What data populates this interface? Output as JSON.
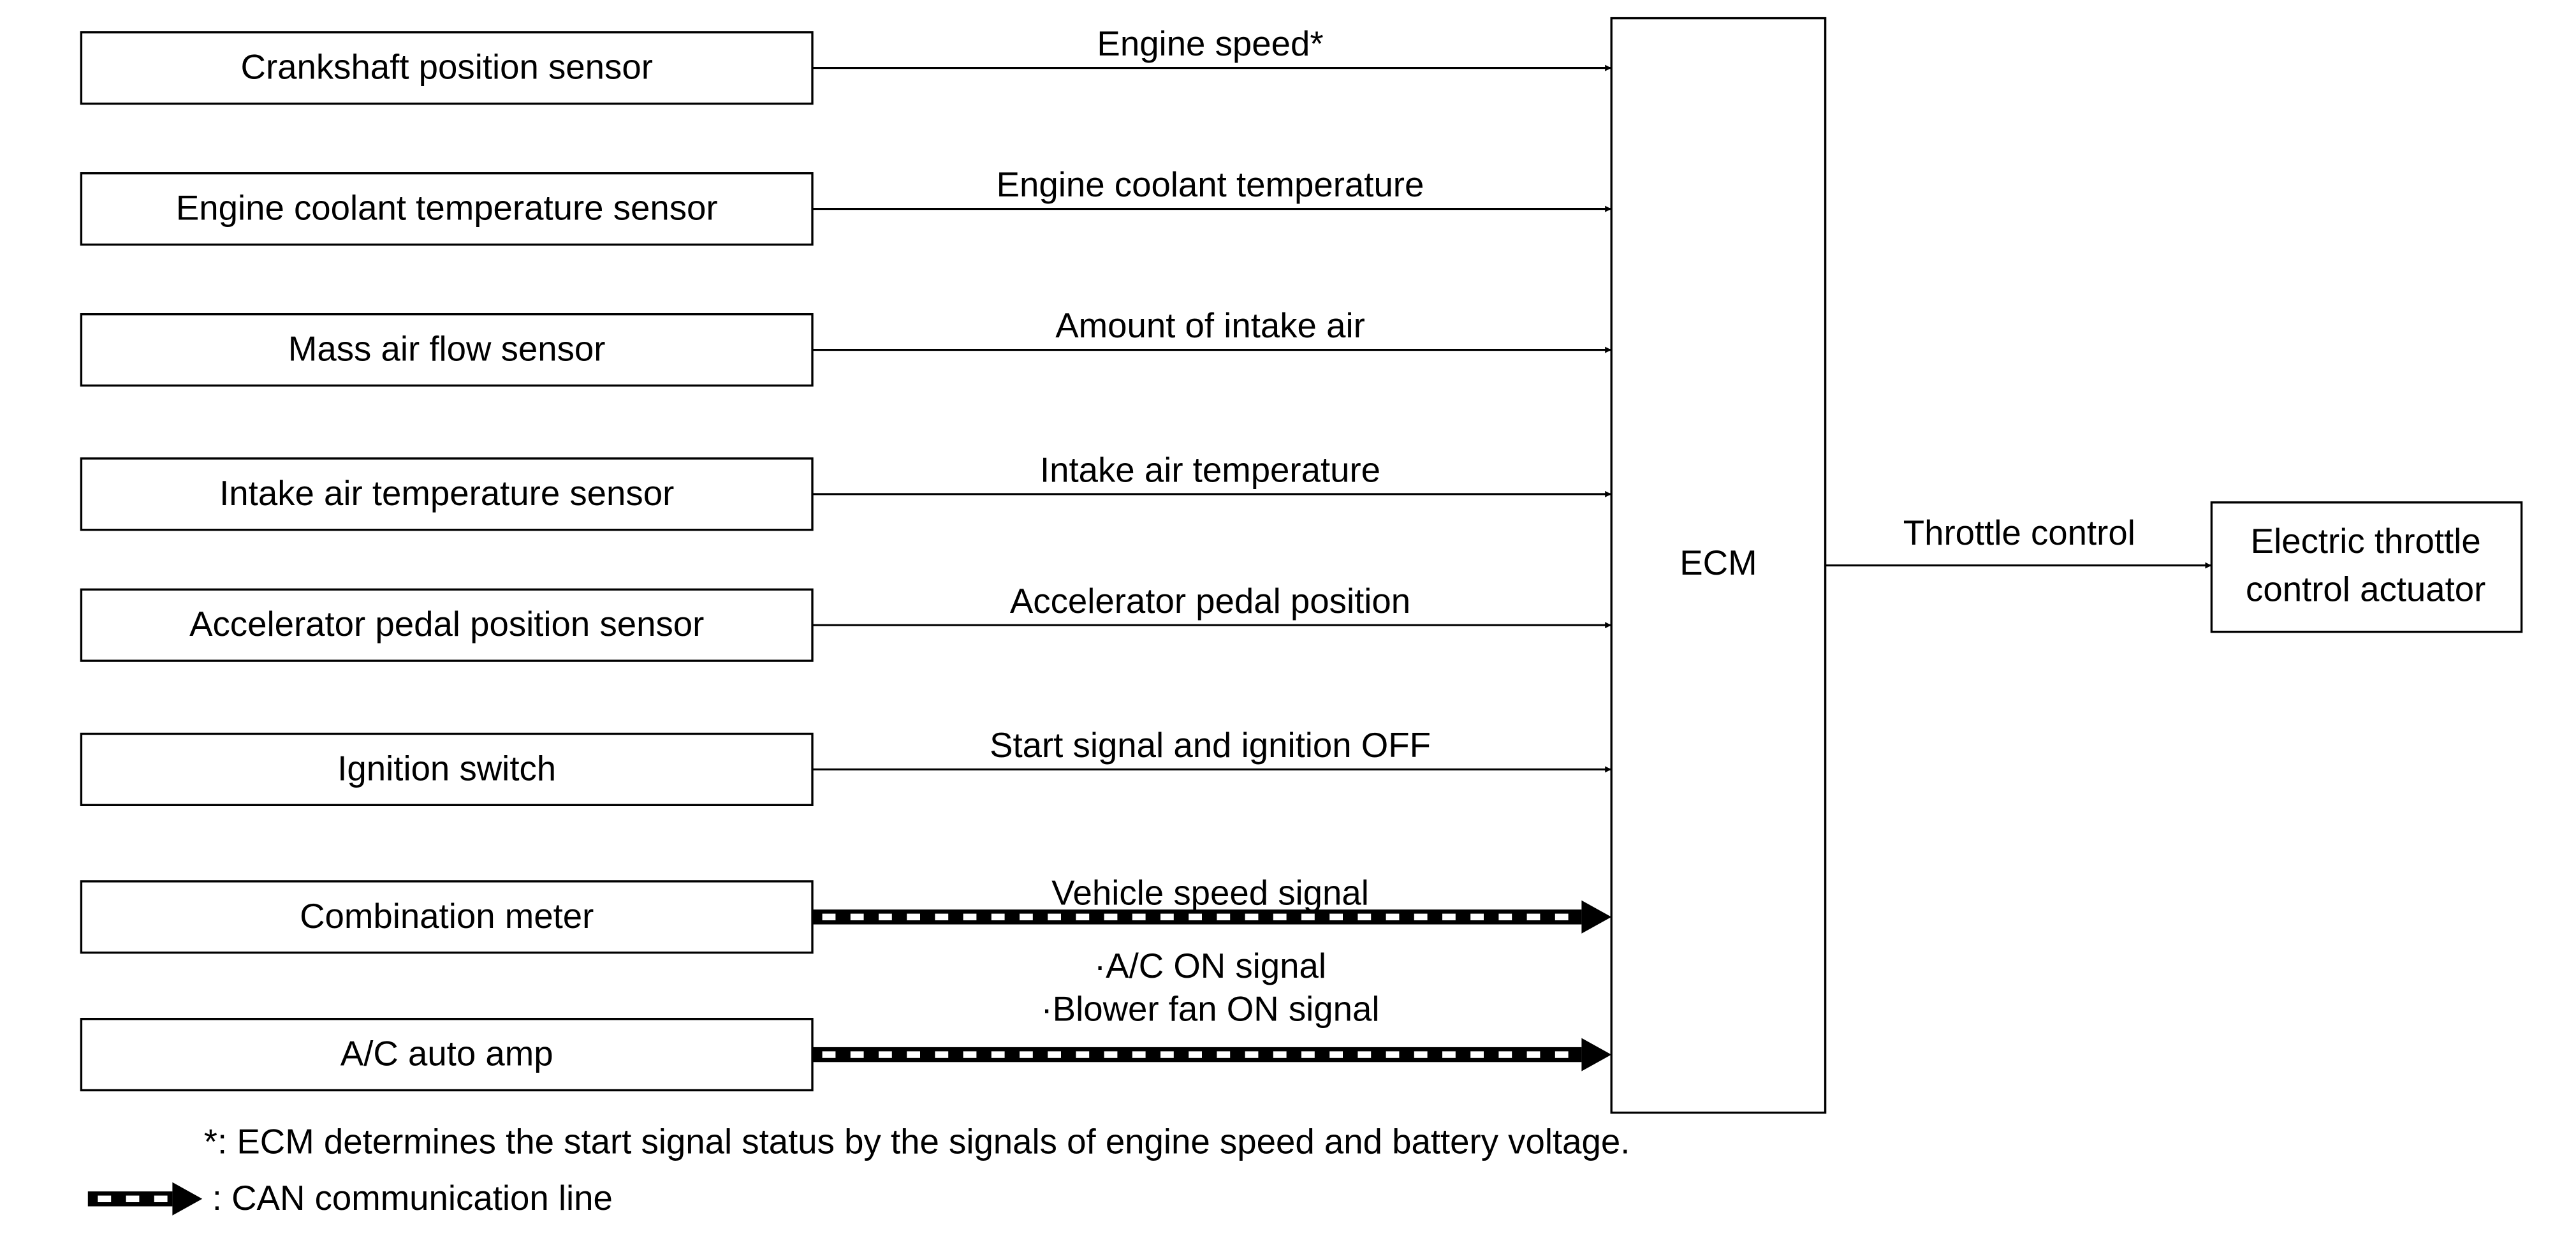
{
  "sensors": [
    {
      "label": "Crankshaft position sensor",
      "signal": "Engine speed*",
      "link": "wire"
    },
    {
      "label": "Engine coolant temperature sensor",
      "signal": "Engine coolant temperature",
      "link": "wire"
    },
    {
      "label": "Mass air flow sensor",
      "signal": "Amount of intake air",
      "link": "wire"
    },
    {
      "label": "Intake air temperature sensor",
      "signal": "Intake air temperature",
      "link": "wire"
    },
    {
      "label": "Accelerator pedal position sensor",
      "signal": "Accelerator pedal position",
      "link": "wire"
    },
    {
      "label": "Ignition switch",
      "signal": "Start signal and ignition OFF",
      "link": "wire"
    },
    {
      "label": "Combination meter",
      "signal": "Vehicle speed signal",
      "link": "can"
    },
    {
      "label": "A/C auto amp",
      "signal_lines": [
        "·A/C ON signal",
        "·Blower fan ON signal"
      ],
      "link": "can"
    }
  ],
  "ecm": {
    "label": "ECM"
  },
  "output": {
    "signal": "Throttle control",
    "label_lines": [
      "Electric throttle",
      "control actuator"
    ]
  },
  "footnote": "*: ECM determines the start signal status by the signals of engine speed and battery voltage.",
  "legend": {
    "can_label": ": CAN communication line"
  }
}
